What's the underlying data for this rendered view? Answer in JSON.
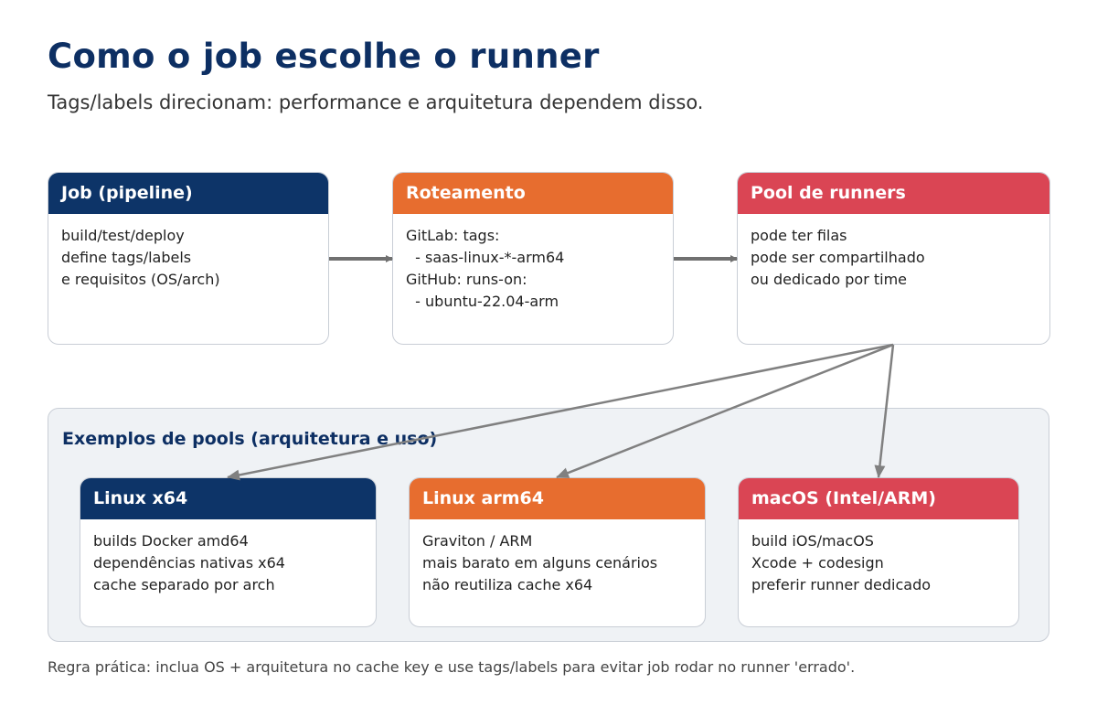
{
  "title": "Como o job escolhe o runner",
  "subtitle": "Tags/labels direcionam: performance e arquitetura dependem disso.",
  "top_cards": [
    {
      "header": "Job (pipeline)",
      "lines": [
        "build/test/deploy",
        "define tags/labels",
        "e requisitos (OS/arch)"
      ],
      "color": "#0d3468"
    },
    {
      "header": "Roteamento",
      "lines": [
        "GitLab: tags:",
        "  - saas-linux-*-arm64",
        "GitHub: runs-on:",
        "  - ubuntu-22.04-arm"
      ],
      "color": "#e76d2f"
    },
    {
      "header": "Pool de runners",
      "lines": [
        "pode ter filas",
        "pode ser compartilhado",
        "ou dedicado por time"
      ],
      "color": "#da4554"
    }
  ],
  "group": {
    "title": "Exemplos de pools (arquitetura e uso)",
    "cards": [
      {
        "header": "Linux x64",
        "lines": [
          "builds Docker amd64",
          "dependências nativas x64",
          "cache separado por arch"
        ],
        "color": "#0d3468"
      },
      {
        "header": "Linux arm64",
        "lines": [
          "Graviton / ARM",
          "mais barato em alguns cenários",
          "não reutiliza cache x64"
        ],
        "color": "#e76d2f"
      },
      {
        "header": "macOS (Intel/ARM)",
        "lines": [
          "build iOS/macOS",
          "Xcode + codesign",
          "preferir runner dedicado"
        ],
        "color": "#da4554"
      }
    ]
  },
  "footer": "Regra prática: inclua OS + arquitetura no cache key e use tags/labels para evitar job rodar no runner 'errado'.",
  "colors": {
    "navy": "#0d3468",
    "orange": "#e76d2f",
    "red": "#da4554",
    "arrow": "#808080",
    "title": "#0d2f63"
  }
}
